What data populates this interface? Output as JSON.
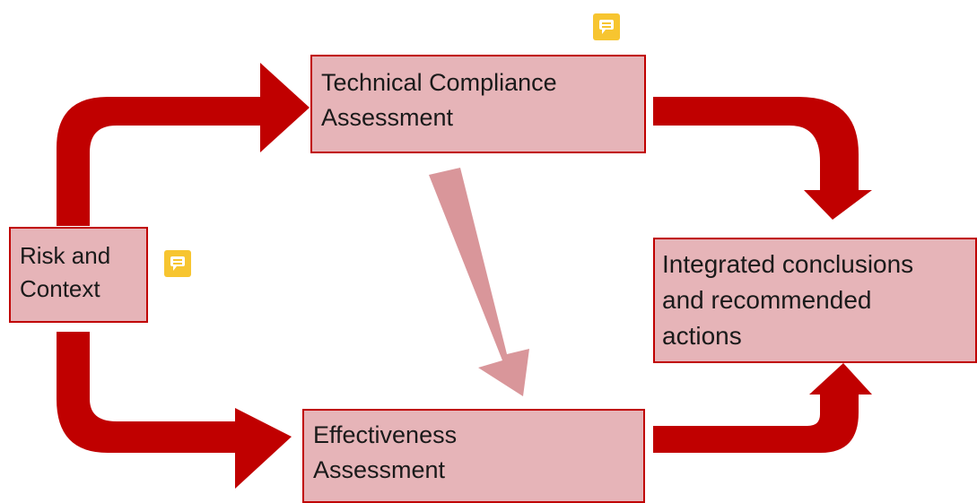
{
  "colors": {
    "arrow": "#c00000",
    "arrow_faded": "#d9969a",
    "box_fill": "#e6b4b8",
    "box_border": "#c00000",
    "comment_icon": "#f7c530"
  },
  "nodes": {
    "risk_context": {
      "lines": [
        "Risk and",
        "Context"
      ]
    },
    "technical": {
      "lines": [
        "Technical Compliance",
        "Assessment"
      ]
    },
    "effectiveness": {
      "lines": [
        "Effectiveness",
        "Assessment"
      ]
    },
    "integrated": {
      "lines": [
        "Integrated conclusions",
        "and recommended",
        "actions"
      ]
    }
  },
  "icons": {
    "comment": "comment-icon"
  }
}
